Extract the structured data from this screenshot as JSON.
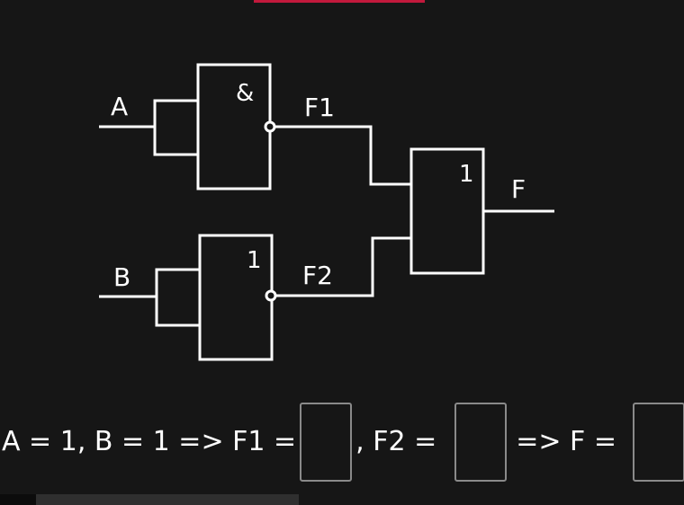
{
  "diagram": {
    "input_a": "A",
    "input_b": "B",
    "gate1_symbol": "&",
    "gate2_symbol": "1",
    "gate3_symbol": "1",
    "signal_f1": "F1",
    "signal_f2": "F2",
    "output_f": "F"
  },
  "equation": {
    "part1": "A = 1, B = 1 => F1 =",
    "part2": ", F2 =",
    "part3": "=> F ="
  },
  "answers": {
    "f1": "",
    "f2": "",
    "f": ""
  },
  "colors": {
    "background": "#161616",
    "lines": "#ffffff",
    "box_border": "#8a8a8a",
    "accent": "#c2193c"
  }
}
